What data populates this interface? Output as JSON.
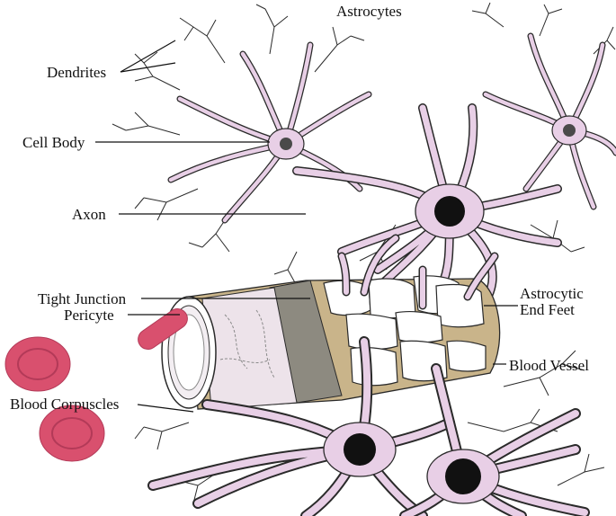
{
  "labels": {
    "astrocytes": "Astrocytes",
    "dendrites": "Dendrites",
    "cell_body": "Cell Body",
    "axon": "Axon",
    "tight_junction": "Tight Junction",
    "pericyte": "Pericyte",
    "blood_corpuscles": "Blood Corpuscles",
    "astrocytic_end_feet_line1": "Astrocytic",
    "astrocytic_end_feet_line2": "End Feet",
    "blood_vessel": "Blood Vessel"
  },
  "colors": {
    "cell_fill": "#e8cfe6",
    "cell_outline": "#2a2a2a",
    "nucleus": "#111111",
    "soma_core": "#4a4a4a",
    "blood_cell": "#d9506e",
    "blood_cell_inner": "#c23a5c",
    "vessel_tan": "#c9b48a",
    "vessel_gray": "#8d8a80",
    "leader_line": "#111111"
  }
}
